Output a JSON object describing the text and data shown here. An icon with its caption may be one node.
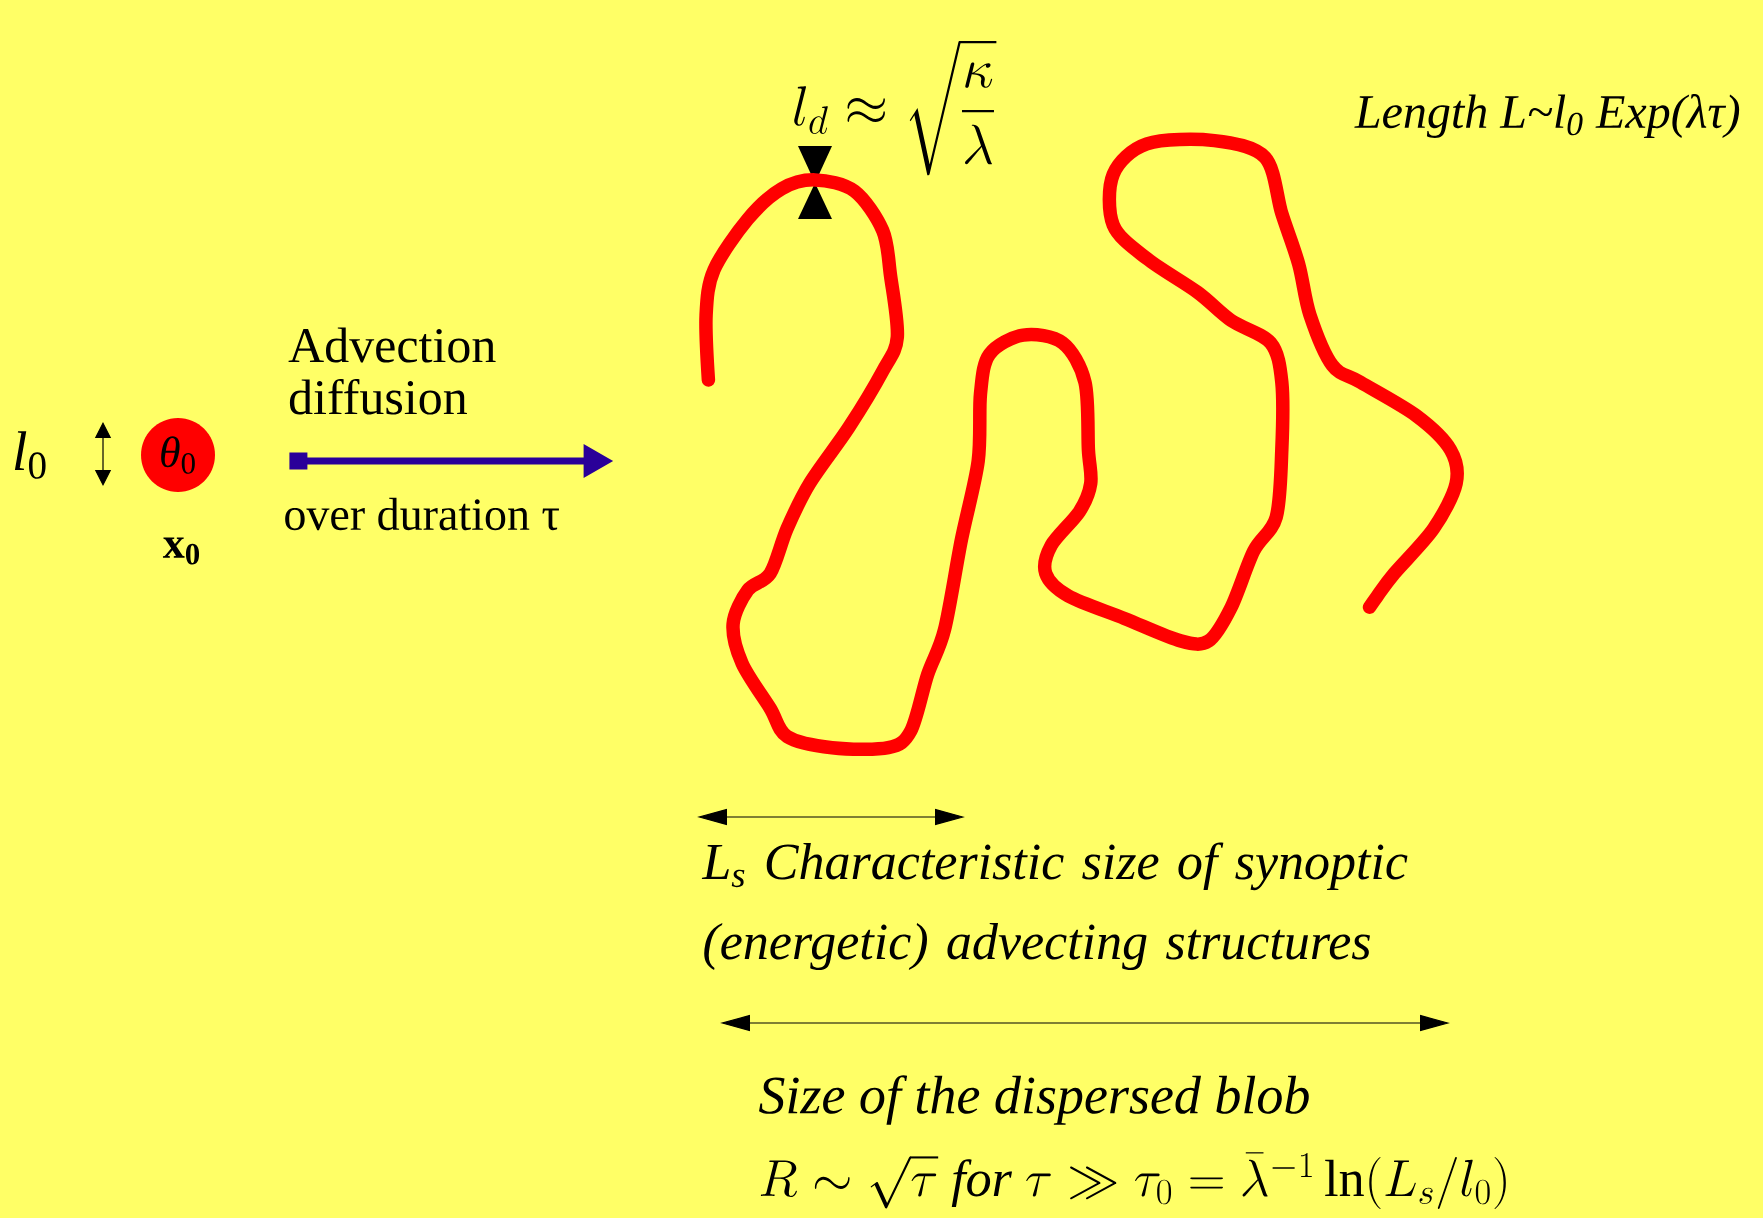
{
  "diagram": {
    "nodes": [
      {
        "text": [
          "*θ*$_{0}$"
        ]
      },
      {
        "text": [],
        "shape": "picture"
      }
    ],
    "edges": [
      {
        "from": 0,
        "to": 1,
        "arrow": "to",
        "label": "Advection diffusion",
        "color": "#2a0099"
      }
    ],
    "labels": [
      "l_{d}\\approx\\sqrt{\\frac{\\kappa}{\\lambda}}",
      "Length L~l$_{0}$ Exp(λτ)",
      "*l*$_{0}$",
      "over duration τ",
      "x$_{0}$",
      "L$_{s}$ Characteristic size of synoptic (energetic) advecting structures",
      "Size of the dispersed blob",
      "R\\sim\\sqrt{\\tau}\\ \\mathit{for}\\ \\tau\\gg\\tau_{0}=\\bar{\\lambda}^{-1}\\ln(L_{s}/l_{0})"
    ]
  }
}
